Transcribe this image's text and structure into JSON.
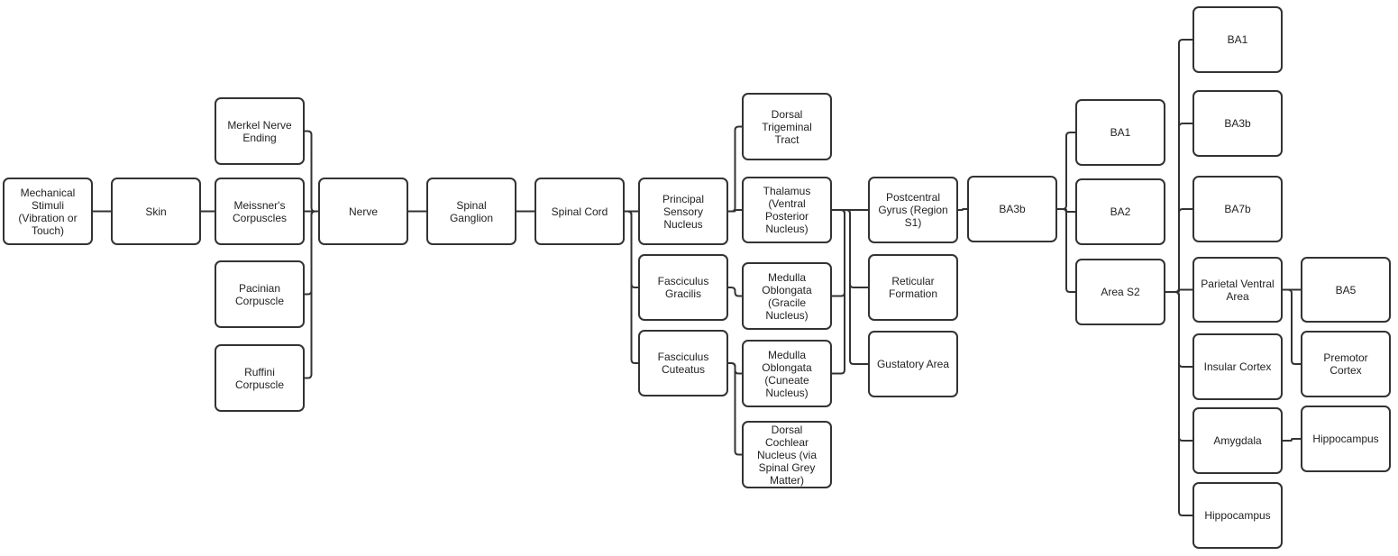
{
  "diagram": {
    "nodes": [
      {
        "id": "stimuli",
        "label": "Mechanical Stimuli (Vibration or Touch)"
      },
      {
        "id": "skin",
        "label": "Skin"
      },
      {
        "id": "merkel",
        "label": "Merkel Nerve Ending"
      },
      {
        "id": "meissner",
        "label": "Meissner's Corpuscles"
      },
      {
        "id": "pacinian",
        "label": "Pacinian Corpuscle"
      },
      {
        "id": "ruffini",
        "label": "Ruffini Corpuscle"
      },
      {
        "id": "nerve",
        "label": "Nerve"
      },
      {
        "id": "ganglion",
        "label": "Spinal Ganglion"
      },
      {
        "id": "cord",
        "label": "Spinal Cord"
      },
      {
        "id": "principal",
        "label": "Principal Sensory Nucleus"
      },
      {
        "id": "gracilis",
        "label": "Fasciculus Gracilis"
      },
      {
        "id": "cuteatus",
        "label": "Fasciculus Cuteatus"
      },
      {
        "id": "trigeminal",
        "label": "Dorsal Trigeminal Tract"
      },
      {
        "id": "thalamus",
        "label": "Thalamus (Ventral Posterior Nucleus)"
      },
      {
        "id": "medulla_gracile",
        "label": "Medulla Oblongata (Gracile Nucleus)"
      },
      {
        "id": "medulla_cuneate",
        "label": "Medulla Oblongata (Cuneate Nucleus)"
      },
      {
        "id": "cochlear",
        "label": "Dorsal Cochlear Nucleus (via Spinal Grey Matter)"
      },
      {
        "id": "postcentral",
        "label": "Postcentral Gyrus (Region S1)"
      },
      {
        "id": "reticular",
        "label": "Reticular Formation"
      },
      {
        "id": "gustatory",
        "label": "Gustatory Area"
      },
      {
        "id": "ba3b_a",
        "label": "BA3b"
      },
      {
        "id": "ba1_a",
        "label": "BA1"
      },
      {
        "id": "ba2",
        "label": "BA2"
      },
      {
        "id": "s2",
        "label": "Area S2"
      },
      {
        "id": "ba1_b",
        "label": "BA1"
      },
      {
        "id": "ba3b_b",
        "label": "BA3b"
      },
      {
        "id": "ba7b",
        "label": "BA7b"
      },
      {
        "id": "pva",
        "label": "Parietal Ventral Area"
      },
      {
        "id": "insular",
        "label": "Insular Cortex"
      },
      {
        "id": "amygdala",
        "label": "Amygdala"
      },
      {
        "id": "hippo_a",
        "label": "Hippocampus"
      },
      {
        "id": "ba5",
        "label": "BA5"
      },
      {
        "id": "premotor",
        "label": "Premotor Cortex"
      },
      {
        "id": "hippo_b",
        "label": "Hippocampus"
      }
    ],
    "edges": [
      [
        "stimuli",
        "skin"
      ],
      [
        "skin",
        "meissner"
      ],
      [
        "merkel",
        "nerve"
      ],
      [
        "meissner",
        "nerve"
      ],
      [
        "pacinian",
        "nerve"
      ],
      [
        "ruffini",
        "nerve"
      ],
      [
        "nerve",
        "ganglion"
      ],
      [
        "ganglion",
        "cord"
      ],
      [
        "cord",
        "principal"
      ],
      [
        "cord",
        "gracilis"
      ],
      [
        "cord",
        "cuteatus"
      ],
      [
        "principal",
        "trigeminal"
      ],
      [
        "principal",
        "thalamus"
      ],
      [
        "gracilis",
        "medulla_gracile"
      ],
      [
        "cuteatus",
        "medulla_cuneate"
      ],
      [
        "cuteatus",
        "cochlear"
      ],
      [
        "medulla_gracile",
        "thalamus"
      ],
      [
        "medulla_cuneate",
        "thalamus"
      ],
      [
        "thalamus",
        "postcentral"
      ],
      [
        "thalamus",
        "reticular"
      ],
      [
        "thalamus",
        "gustatory"
      ],
      [
        "postcentral",
        "ba3b_a"
      ],
      [
        "ba3b_a",
        "ba1_a"
      ],
      [
        "ba3b_a",
        "ba2"
      ],
      [
        "ba3b_a",
        "s2"
      ],
      [
        "s2",
        "ba1_b"
      ],
      [
        "s2",
        "ba3b_b"
      ],
      [
        "s2",
        "ba7b"
      ],
      [
        "s2",
        "pva"
      ],
      [
        "s2",
        "insular"
      ],
      [
        "s2",
        "amygdala"
      ],
      [
        "s2",
        "hippo_a"
      ],
      [
        "pva",
        "ba5"
      ],
      [
        "pva",
        "premotor"
      ],
      [
        "amygdala",
        "hippo_b"
      ]
    ],
    "colors": {
      "stroke": "#333333",
      "fill": "#ffffff",
      "text": "#222222"
    }
  }
}
